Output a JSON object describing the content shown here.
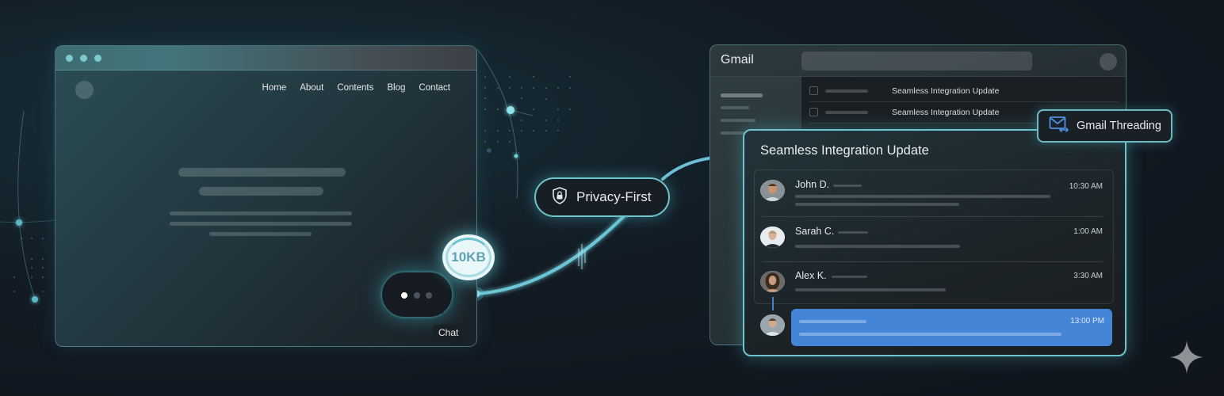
{
  "browser": {
    "nav": [
      "Home",
      "About",
      "Contents",
      "Blog",
      "Contact"
    ],
    "chat_label": "Chat",
    "size_badge": "10KB"
  },
  "privacy": {
    "label": "Privacy-First",
    "icon": "shield-lock-icon"
  },
  "gmail": {
    "title": "Gmail",
    "inbox_rows": [
      {
        "subject": "Seamless Integration Update"
      },
      {
        "subject": "Seamless Integration Update"
      }
    ],
    "threading_tag": {
      "label": "Gmail Threading",
      "icon": "mail-sync-icon"
    },
    "thread": {
      "subject": "Seamless Integration Update",
      "messages": [
        {
          "name": "John D.",
          "time": "10:30 AM"
        },
        {
          "name": "Sarah C.",
          "time": "1:00 AM"
        },
        {
          "name": "Alex K.",
          "time": "3:30 AM"
        }
      ],
      "reply": {
        "time": "13:00 PM"
      }
    }
  },
  "colors": {
    "accent_cyan": "#6fc3cc",
    "reply_blue": "#4585d8",
    "background": "#10151d"
  },
  "watermark": {
    "icon": "sparkle-icon"
  }
}
